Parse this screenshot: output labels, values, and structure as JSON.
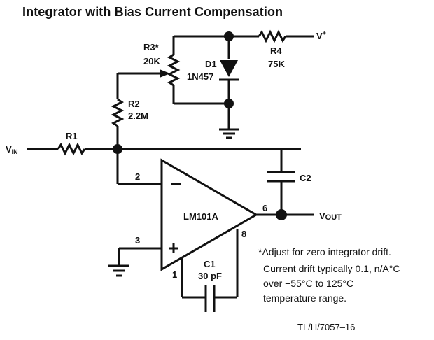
{
  "title": "Integrator with Bias Current Compensation",
  "components": {
    "r1": {
      "ref": "R1"
    },
    "r2": {
      "ref": "R2",
      "value": "2.2M"
    },
    "r3": {
      "ref": "R3*",
      "value": "20K"
    },
    "r4": {
      "ref": "R4",
      "value": "75K"
    },
    "d1": {
      "ref": "D1",
      "value": "1N457"
    },
    "c1": {
      "ref": "C1",
      "value": "30 pF"
    },
    "c2": {
      "ref": "C2"
    },
    "opamp": {
      "ref": "LM101A",
      "minus": "−",
      "plus": "+"
    }
  },
  "pins": {
    "p1": "1",
    "p2": "2",
    "p3": "3",
    "p6": "6",
    "p8": "8"
  },
  "nets": {
    "vin": {
      "main": "V",
      "sub": "IN"
    },
    "vout": {
      "main": "V",
      "sub": "OUT"
    },
    "vplus": {
      "main": "V",
      "sup": "+"
    }
  },
  "notes": [
    "*Adjust for zero integrator drift.",
    "Current drift typically 0.1, n/A°C",
    "over −55°C to 125°C",
    "temperature range."
  ],
  "figure_id": "TL/H/7057–16"
}
